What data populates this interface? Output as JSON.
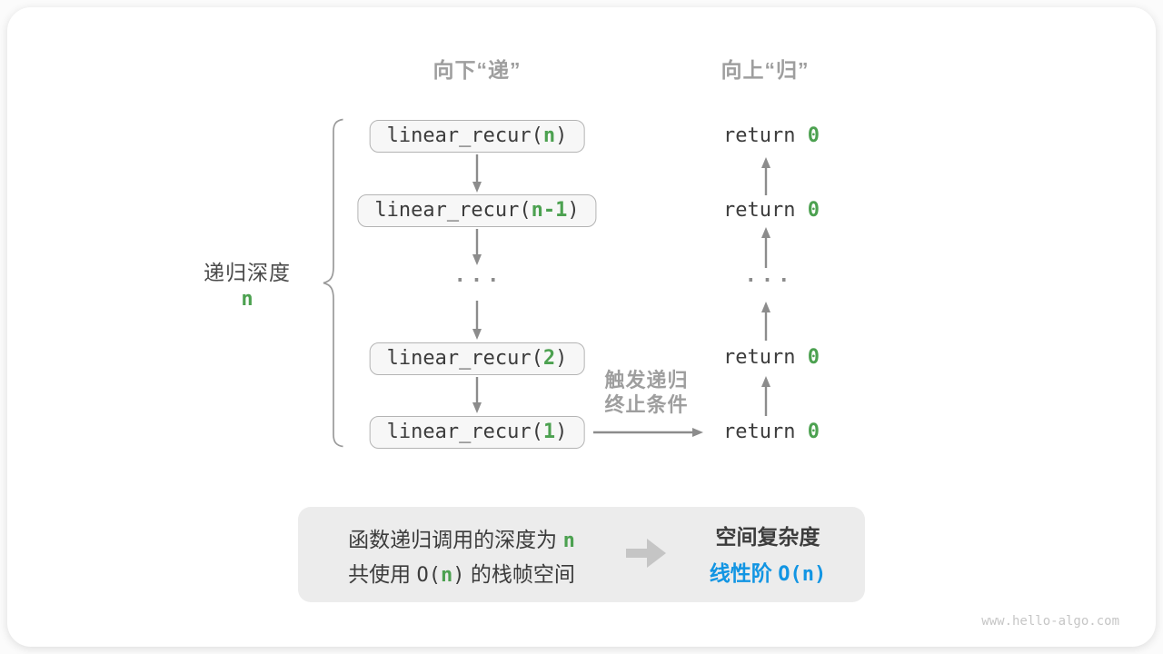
{
  "colors": {
    "green": "#4ca150",
    "blue": "#1295e3",
    "label_gray": "#9e9e9e",
    "text_dark": "#3c3c3c",
    "arrow_gray": "#8c8c8c",
    "box_fill": "#f7f7f7",
    "box_border": "#b4b4b4",
    "summary_fill": "#ececec",
    "big_arrow": "#c5c5c5"
  },
  "headers": {
    "down": "向下“递”",
    "up": "向上“归”"
  },
  "depth": {
    "label": "递归深度",
    "value": "n"
  },
  "calls": [
    {
      "pre": "linear_recur(",
      "arg": "n",
      "post": ")"
    },
    {
      "pre": "linear_recur(",
      "arg": "n-1",
      "post": ")"
    },
    {
      "pre": "linear_recur(",
      "arg": "2",
      "post": ")"
    },
    {
      "pre": "linear_recur(",
      "arg": "1",
      "post": ")"
    }
  ],
  "returns": [
    {
      "pre": "return ",
      "val": "0"
    },
    {
      "pre": "return ",
      "val": "0"
    },
    {
      "pre": "return ",
      "val": "0"
    },
    {
      "pre": "return ",
      "val": "0"
    }
  ],
  "ellipsis": "...",
  "trigger": {
    "line1": "触发递归",
    "line2": "终止条件"
  },
  "summary": {
    "line1_pre": "函数递归调用的深度为 ",
    "line1_n": "n",
    "line2_pre": "共使用 ",
    "line2_o": "O(",
    "line2_n": "n",
    "line2_close": ")",
    "line2_post": " 的栈帧空间",
    "title": "空间复杂度",
    "result_label": "线性阶 ",
    "result_o": "O(",
    "result_n": "n",
    "result_close": ")"
  },
  "watermark": "www.hello-algo.com"
}
